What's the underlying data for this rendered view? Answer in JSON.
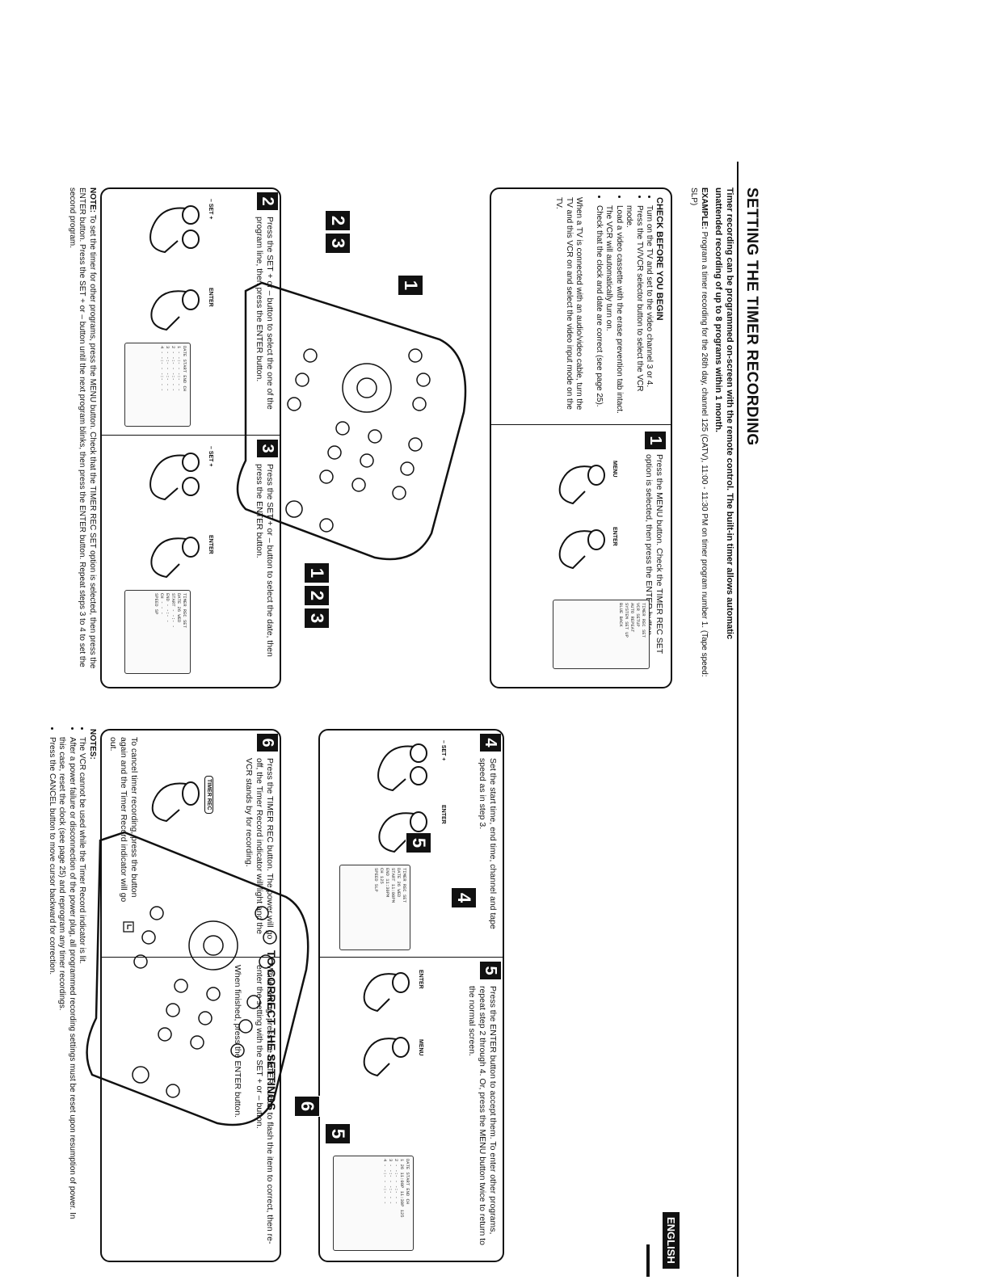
{
  "header": {
    "title": "SETTING THE TIMER RECORDING",
    "intro": "Timer recording can be programmed on-screen with the remote control. The built-in timer allows automatic unattended recording of up to 8 programs within 1 month.",
    "example_label": "EXAMPLE:",
    "example_text": "Program a timer recording for the 26th day, channel 125 (CATV), 11:00 - 11:30 PM on timer program number 1. (Tape speed: SLP)"
  },
  "check_box": {
    "heading": "CHECK BEFORE YOU BEGIN",
    "items": [
      "Turn on the TV and set to the video channel 3 or 4.",
      "Press the TV/VCR selector button to select the VCR mode.",
      "Load a video cassette with the erase prevention tab intact. The VCR will automatically turn on.",
      "Check that the clock and date are correct (see page 25)."
    ],
    "note": "When a TV is connected with an audio/video cable, turn the TV and this VCR on and select the video input mode on the TV."
  },
  "steps": {
    "s1": {
      "num": "1",
      "text": "Press the MENU button. Check the TIMER REC SET option is selected, then press the ENTER button.",
      "btn_a": "MENU",
      "btn_b": "ENTER"
    },
    "s2": {
      "num": "2",
      "text": "Press the SET + or – button to select the one of the program line, then press the ENTER button.",
      "btn_a": "– SET +",
      "btn_b": "ENTER"
    },
    "s3": {
      "num": "3",
      "text": "Press the SET + or – button to select the date, then press the ENTER button.",
      "btn_a": "– SET +",
      "btn_b": "ENTER"
    },
    "s4": {
      "num": "4",
      "text": "Set the start time, end time, channel and tape speed as in step 3.",
      "btn_a": "– SET +",
      "btn_b": "ENTER"
    },
    "s5": {
      "num": "5",
      "text": "Press the ENTER button to accept them. To enter other programs, repeat step 2 through 4. Or, press the MENU button twice to return to the normal screen.",
      "btn_a": "ENTER",
      "btn_b": "MENU"
    },
    "s6": {
      "num": "6",
      "text": "Press the TIMER REC button. The power will go off, the Timer Record indicator will light and the VCR stands by for recording.",
      "btn_a": "TIMER REC",
      "cancel": "To cancel timer recording, press the button again and the Timer Record indicator will go out."
    }
  },
  "callouts": {
    "left_top": "1",
    "left_mid": [
      "2",
      "3"
    ],
    "left_bottom": [
      "1",
      "2",
      "3"
    ],
    "right_top": "5",
    "right_mid": "4",
    "right_b1": "6",
    "right_b2": "5"
  },
  "correct": {
    "title": "TO CORRECT THE SETTINGS",
    "text": "While setting, press the ENTER button to flash the item to correct, then re-enter the setting with the SET + or – button.",
    "finish": "When finished, press the ENTER button."
  },
  "notes": {
    "note_label": "NOTE:",
    "note_text": "To set the timer for other programs, press the MENU button. Check that the TIMER REC SET option is selected, then press the ENTER button. Press the SET + or – button until the next program blinks, then press the ENTER button. Repeat steps 3 to 4 to set the second program.",
    "notes_label": "NOTES:",
    "notes_items": [
      "The VCR cannot be used while the Timer Record indicator is lit.",
      "After a power failure or disconnection of the power plug, all programmed recording settings must be reset upon resumption of power. In this case, reset the clock (see page 25) and reprogram any timer recordings.",
      "Press the CANCEL button to move cursor backward for correction."
    ]
  },
  "footer": {
    "language": "ENGLISH"
  }
}
